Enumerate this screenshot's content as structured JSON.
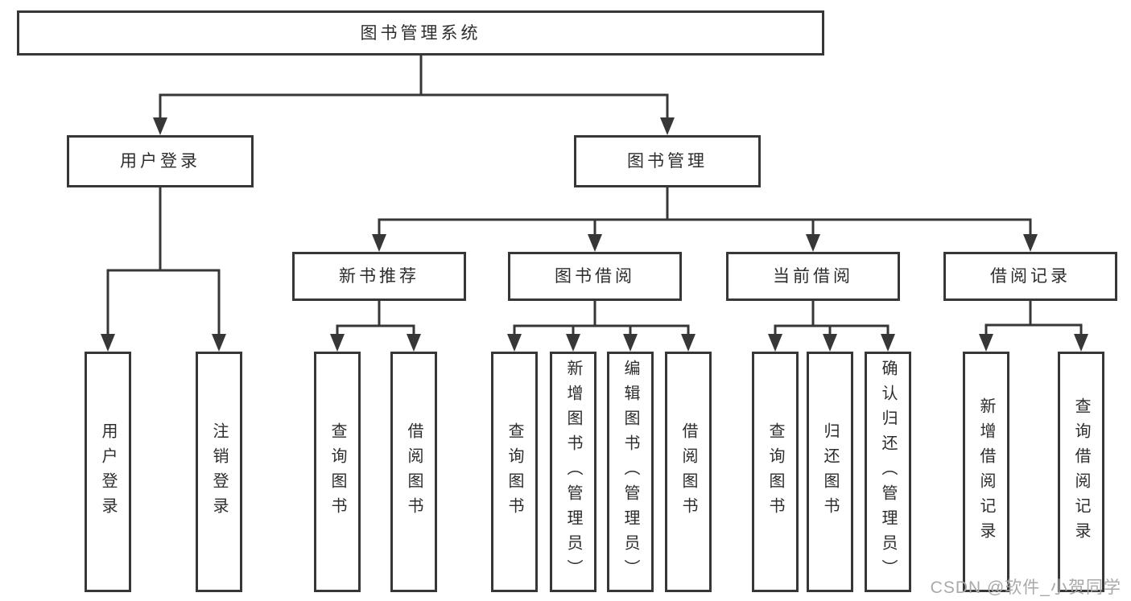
{
  "diagram": {
    "title": "图书管理系统",
    "root": {
      "label": "图书管理系统"
    },
    "level2": [
      {
        "label": "用户登录"
      },
      {
        "label": "图书管理"
      }
    ],
    "level3": [
      {
        "label": "新书推荐"
      },
      {
        "label": "图书借阅"
      },
      {
        "label": "当前借阅"
      },
      {
        "label": "借阅记录"
      }
    ],
    "leaves": [
      {
        "parent": "用户登录",
        "label": "用户登录"
      },
      {
        "parent": "用户登录",
        "label": "注销登录"
      },
      {
        "parent": "新书推荐",
        "label": "查询图书"
      },
      {
        "parent": "新书推荐",
        "label": "借阅图书"
      },
      {
        "parent": "图书借阅",
        "label": "查询图书"
      },
      {
        "parent": "图书借阅",
        "label": "新增图书（管理员）"
      },
      {
        "parent": "图书借阅",
        "label": "编辑图书（管理员）"
      },
      {
        "parent": "图书借阅",
        "label": "借阅图书"
      },
      {
        "parent": "当前借阅",
        "label": "查询图书"
      },
      {
        "parent": "当前借阅",
        "label": "归还图书"
      },
      {
        "parent": "当前借阅",
        "label": "确认归还（管理员）"
      },
      {
        "parent": "借阅记录",
        "label": "新增借阅记录"
      },
      {
        "parent": "借阅记录",
        "label": "查询借阅记录"
      }
    ],
    "watermark": "CSDN @软件_小贺同学",
    "colors": {
      "line": "#373737",
      "box_border": "#373737",
      "text": "#2d2d2d",
      "watermark": "#a9a9a9",
      "background": "#ffffff"
    }
  }
}
